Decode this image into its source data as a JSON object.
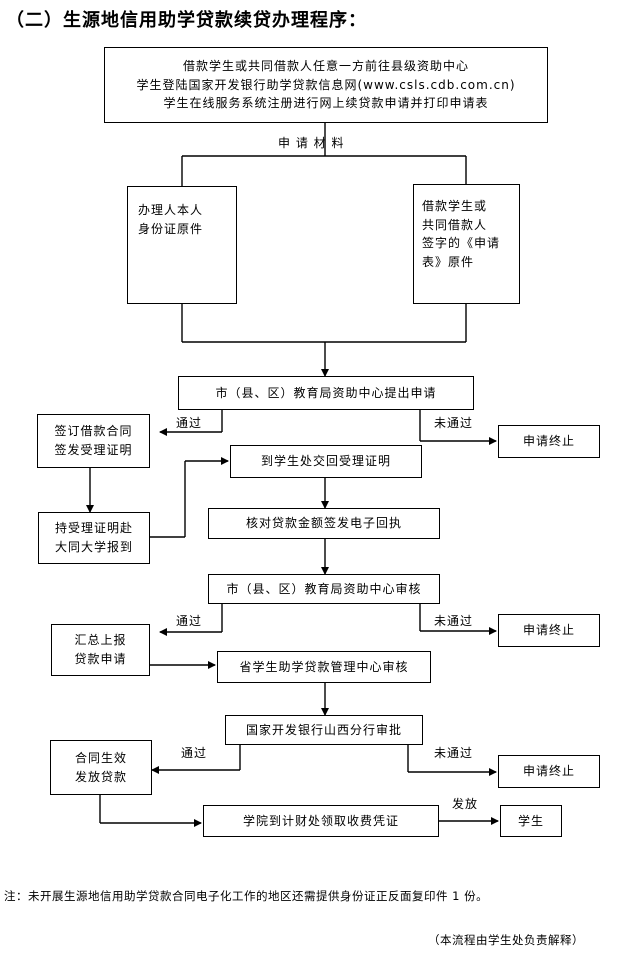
{
  "title": "（二）生源地信用助学贷款续贷办理程序：",
  "boxes": {
    "top": [
      "借款学生或共同借款人任意一方前往县级资助中心",
      "学生登陆国家开发银行助学贷款信息网(www.csls.cdb.com.cn)",
      "学生在线服务系统注册进行网上续贷款申请并打印申请表"
    ],
    "id_card": [
      "办理人本人",
      "身份证原件"
    ],
    "application_form": [
      "借款学生或",
      "共同借款人",
      "签字的《申请",
      "表》原件"
    ],
    "county_apply": "市（县、区）教育局资助中心提出申请",
    "sign_contract": [
      "签订借款合同",
      "签发受理证明"
    ],
    "terminate1": "申请终止",
    "return_receipt": "到学生处交回受理证明",
    "report_university": [
      "持受理证明赴",
      "大同大学报到"
    ],
    "verify_amount": "核对贷款金额签发电子回执",
    "county_review": "市（县、区）教育局资助中心审核",
    "summary_report": [
      "汇总上报",
      "贷款申请"
    ],
    "terminate2": "申请终止",
    "province_review": "省学生助学贷款管理中心审核",
    "bank_approval": "国家开发银行山西分行审批",
    "contract_effective": [
      "合同生效",
      "发放贷款"
    ],
    "terminate3": "申请终止",
    "finance_receipt": "学院到计财处领取收费凭证",
    "student": "学生"
  },
  "labels": {
    "materials": "申  请  材  料",
    "pass1": "通过",
    "fail1": "未通过",
    "pass2": "通过",
    "fail2": "未通过",
    "pass3": "通过",
    "fail3": "未通过",
    "issue": "发放"
  },
  "note": "注：未开展生源地信用助学贷款合同电子化工作的地区还需提供身份证正反面复印件 1 份。",
  "footer": "（本流程由学生处负责解释）"
}
